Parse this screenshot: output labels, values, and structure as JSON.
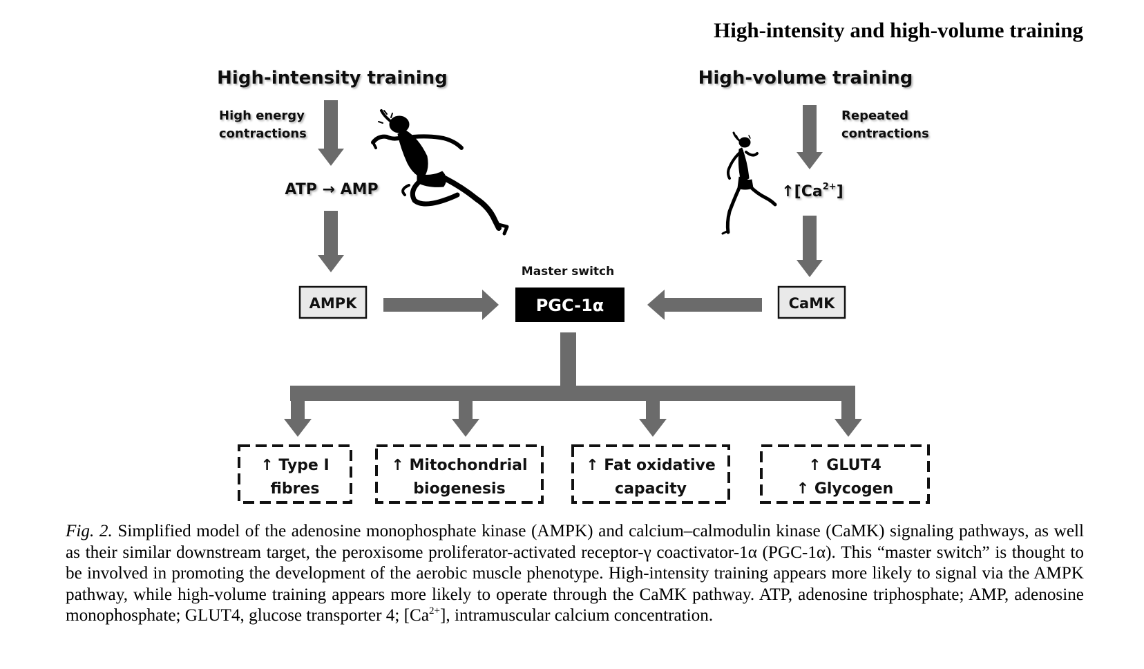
{
  "header": {
    "title": "High-intensity and high-volume training"
  },
  "left_branch": {
    "title": "High-intensity training",
    "trigger_line1": "High energy",
    "trigger_line2": "contractions",
    "reaction": "ATP → AMP",
    "kinase": "AMPK"
  },
  "right_branch": {
    "title": "High-volume training",
    "trigger_line1": "Repeated",
    "trigger_line2": "contractions",
    "signal_prefix": "↑[Ca",
    "signal_sup": "2+",
    "signal_suffix": "]",
    "kinase": "CaMK"
  },
  "center": {
    "label": "Master switch",
    "node": "PGC-1α"
  },
  "outcomes": [
    {
      "line1": "↑ Type I",
      "line2": "fibres"
    },
    {
      "line1": "↑ Mitochondrial",
      "line2": "biogenesis"
    },
    {
      "line1": "↑ Fat oxidative",
      "line2": "capacity"
    },
    {
      "line1": "↑ GLUT4",
      "line2": "↑ Glycogen"
    }
  ],
  "caption": {
    "fig_label": "Fig. 2.",
    "text_part1": " Simplified model of the adenosine monophosphate kinase (AMPK) and calcium–calmodulin kinase (CaMK) signaling pathways, as well as their similar downstream target, the peroxisome proliferator-activated receptor-γ coactivator-1α (PGC-1α). This “master switch” is thought to be involved in promoting the development of the aerobic muscle phenotype. High-intensity training appears more likely to signal via the AMPK pathway, while high-volume training appears more likely to operate through the CaMK pathway. ATP, adenosine triphosphate; AMP, adenosine monophosphate; GLUT4, glucose transporter 4; [Ca",
    "superscript": "2+",
    "text_part2": "], intramuscular calcium concentration."
  },
  "colors": {
    "arrow": "#6b6b6b",
    "box_fill": "#e9e9e9",
    "node_fill": "#000000",
    "node_text": "#ffffff",
    "runner": "#000000"
  },
  "icons": {
    "left_runner": "runner-sprint-icon",
    "right_runner": "runner-jog-icon"
  }
}
